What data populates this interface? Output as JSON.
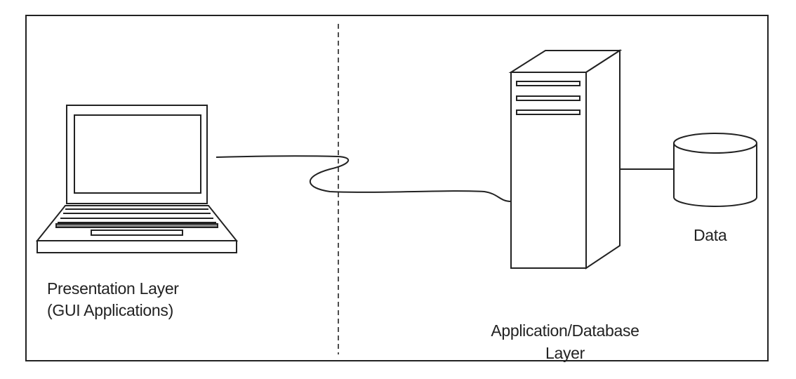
{
  "diagram": {
    "presentation": {
      "line1": "Presentation Layer",
      "line2": "(GUI Applications)"
    },
    "application": {
      "line1": "Application/Database",
      "line2": "Layer"
    },
    "data_label": "Data",
    "colors": {
      "stroke": "#222222",
      "background": "#ffffff"
    }
  }
}
